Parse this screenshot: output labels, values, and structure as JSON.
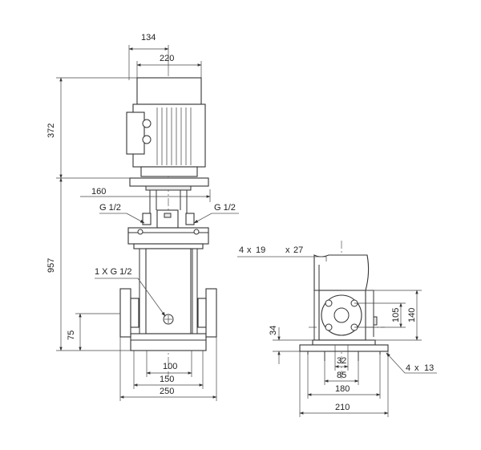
{
  "front_view": {
    "dim_top_offset": "134",
    "dim_motor_width": "220",
    "dim_motor_height": "372",
    "dim_coupling_width": "160",
    "gauge_left": "G 1/2",
    "gauge_right": "G 1/2",
    "dim_total_height": "957",
    "drain_label": "1 X G 1/2",
    "dim_base_height": "75",
    "dim_base_inner": "100",
    "dim_base_mid": "150",
    "dim_base_outer": "250"
  },
  "side_view": {
    "holes_label": "4",
    "holes_x": "x",
    "holes_d1": "19",
    "holes_x2": "x",
    "holes_d2": "27",
    "dim_flange_pcd": "105",
    "dim_flange_height": "140",
    "dim_foot_height": "34",
    "dim_bolt_inner": "32",
    "dim_bolt_mid": "85",
    "dim_bolt_outer": "180",
    "dim_base_total": "210",
    "foot_holes_count": "4",
    "foot_holes_x": "x",
    "foot_holes_d": "13"
  }
}
